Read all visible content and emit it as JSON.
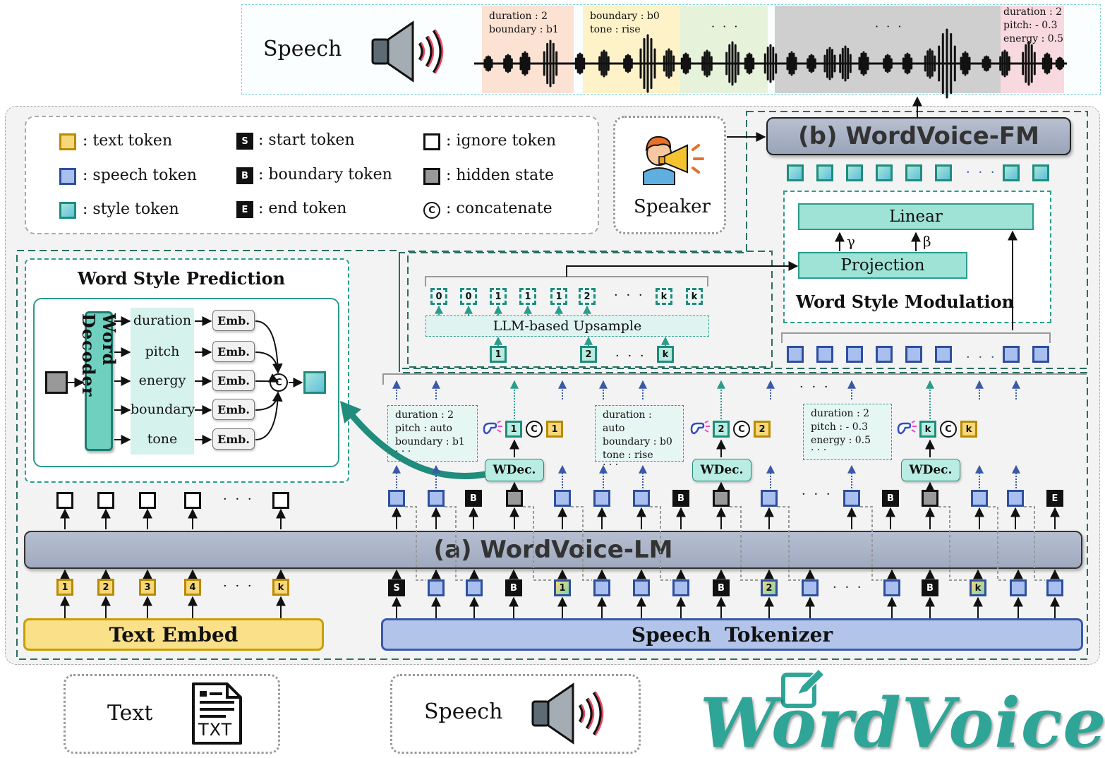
{
  "top": {
    "speech_label": "Speech",
    "seg1": {
      "line1": "duration :  2",
      "line2": "boundary : b1"
    },
    "seg2": {
      "line1": "boundary : b0",
      "line2": "tone :  rise"
    },
    "seg3_dots": "· · ·",
    "seg4_dots": "· · ·",
    "seg5": {
      "line1": "duration : 2",
      "line2": "pitch: - 0.3",
      "line3": "energy : 0.5"
    },
    "colors": {
      "seg1": "#fbe2d2",
      "seg2": "#fdf2c8",
      "seg3": "#e7f2da",
      "seg4": "#cfcfcf",
      "seg5": "#f8d9df"
    }
  },
  "legend": {
    "text_token": ": text token",
    "speech_token": ": speech token",
    "style_token": ": style token",
    "start_token": ": start token",
    "boundary_token": ": boundary token",
    "end_token": ": end token",
    "ignore_token": ": ignore token",
    "hidden_state": ": hidden state",
    "concatenate": ": concatenate",
    "s": "S",
    "b": "B",
    "e": "E",
    "c": "C"
  },
  "speaker": {
    "label": "Speaker",
    "icon": "speaker-person-megaphone-icon"
  },
  "fm": {
    "title": "(b) WordVoice-FM",
    "linear": "Linear",
    "projection": "Projection",
    "gamma": "γ",
    "beta": "β",
    "modulation_title": "Word Style Modulation",
    "dots": "· · ·"
  },
  "upsample": {
    "label": "LLM-based Upsample",
    "outputs": [
      "0",
      "0",
      "1",
      "1",
      "1",
      "2",
      "k",
      "k"
    ],
    "inputs": [
      "1",
      "2",
      "k"
    ],
    "dots": "· · ·"
  },
  "wsp": {
    "title": "Word Style Prediction",
    "decoder": "Word Decoder",
    "attrs": [
      "duration",
      "pitch",
      "energy",
      "boundary",
      "tone"
    ],
    "emb": "Emb.",
    "c": "C"
  },
  "lm_area": {
    "info1": [
      "duration :  2",
      "pitch :  auto",
      "boundary : b1",
      "· · ·"
    ],
    "info2": [
      "duration :  auto",
      "boundary :  b0",
      "tone :  rise",
      "· · ·"
    ],
    "info3": [
      "duration :  2",
      "pitch :  - 0.3",
      "energy :  0.5",
      "· · ·"
    ],
    "wdec": "WDec.",
    "c": "C",
    "ids": [
      "1",
      "2",
      "k"
    ],
    "text_ids": [
      "1",
      "2",
      "3",
      "4",
      "k"
    ],
    "b": "B",
    "s": "S",
    "e": "E",
    "dots": "· · ·"
  },
  "lm": {
    "title": "(a) WordVoice-LM"
  },
  "text_embed": {
    "title": "Text Embed"
  },
  "speech_tokenizer": {
    "title": "Speech  Tokenizer"
  },
  "bottom": {
    "text_label": "Text",
    "txt_icon_label": "TXT",
    "speech_label": "Speech",
    "logo": "WordVoice"
  }
}
